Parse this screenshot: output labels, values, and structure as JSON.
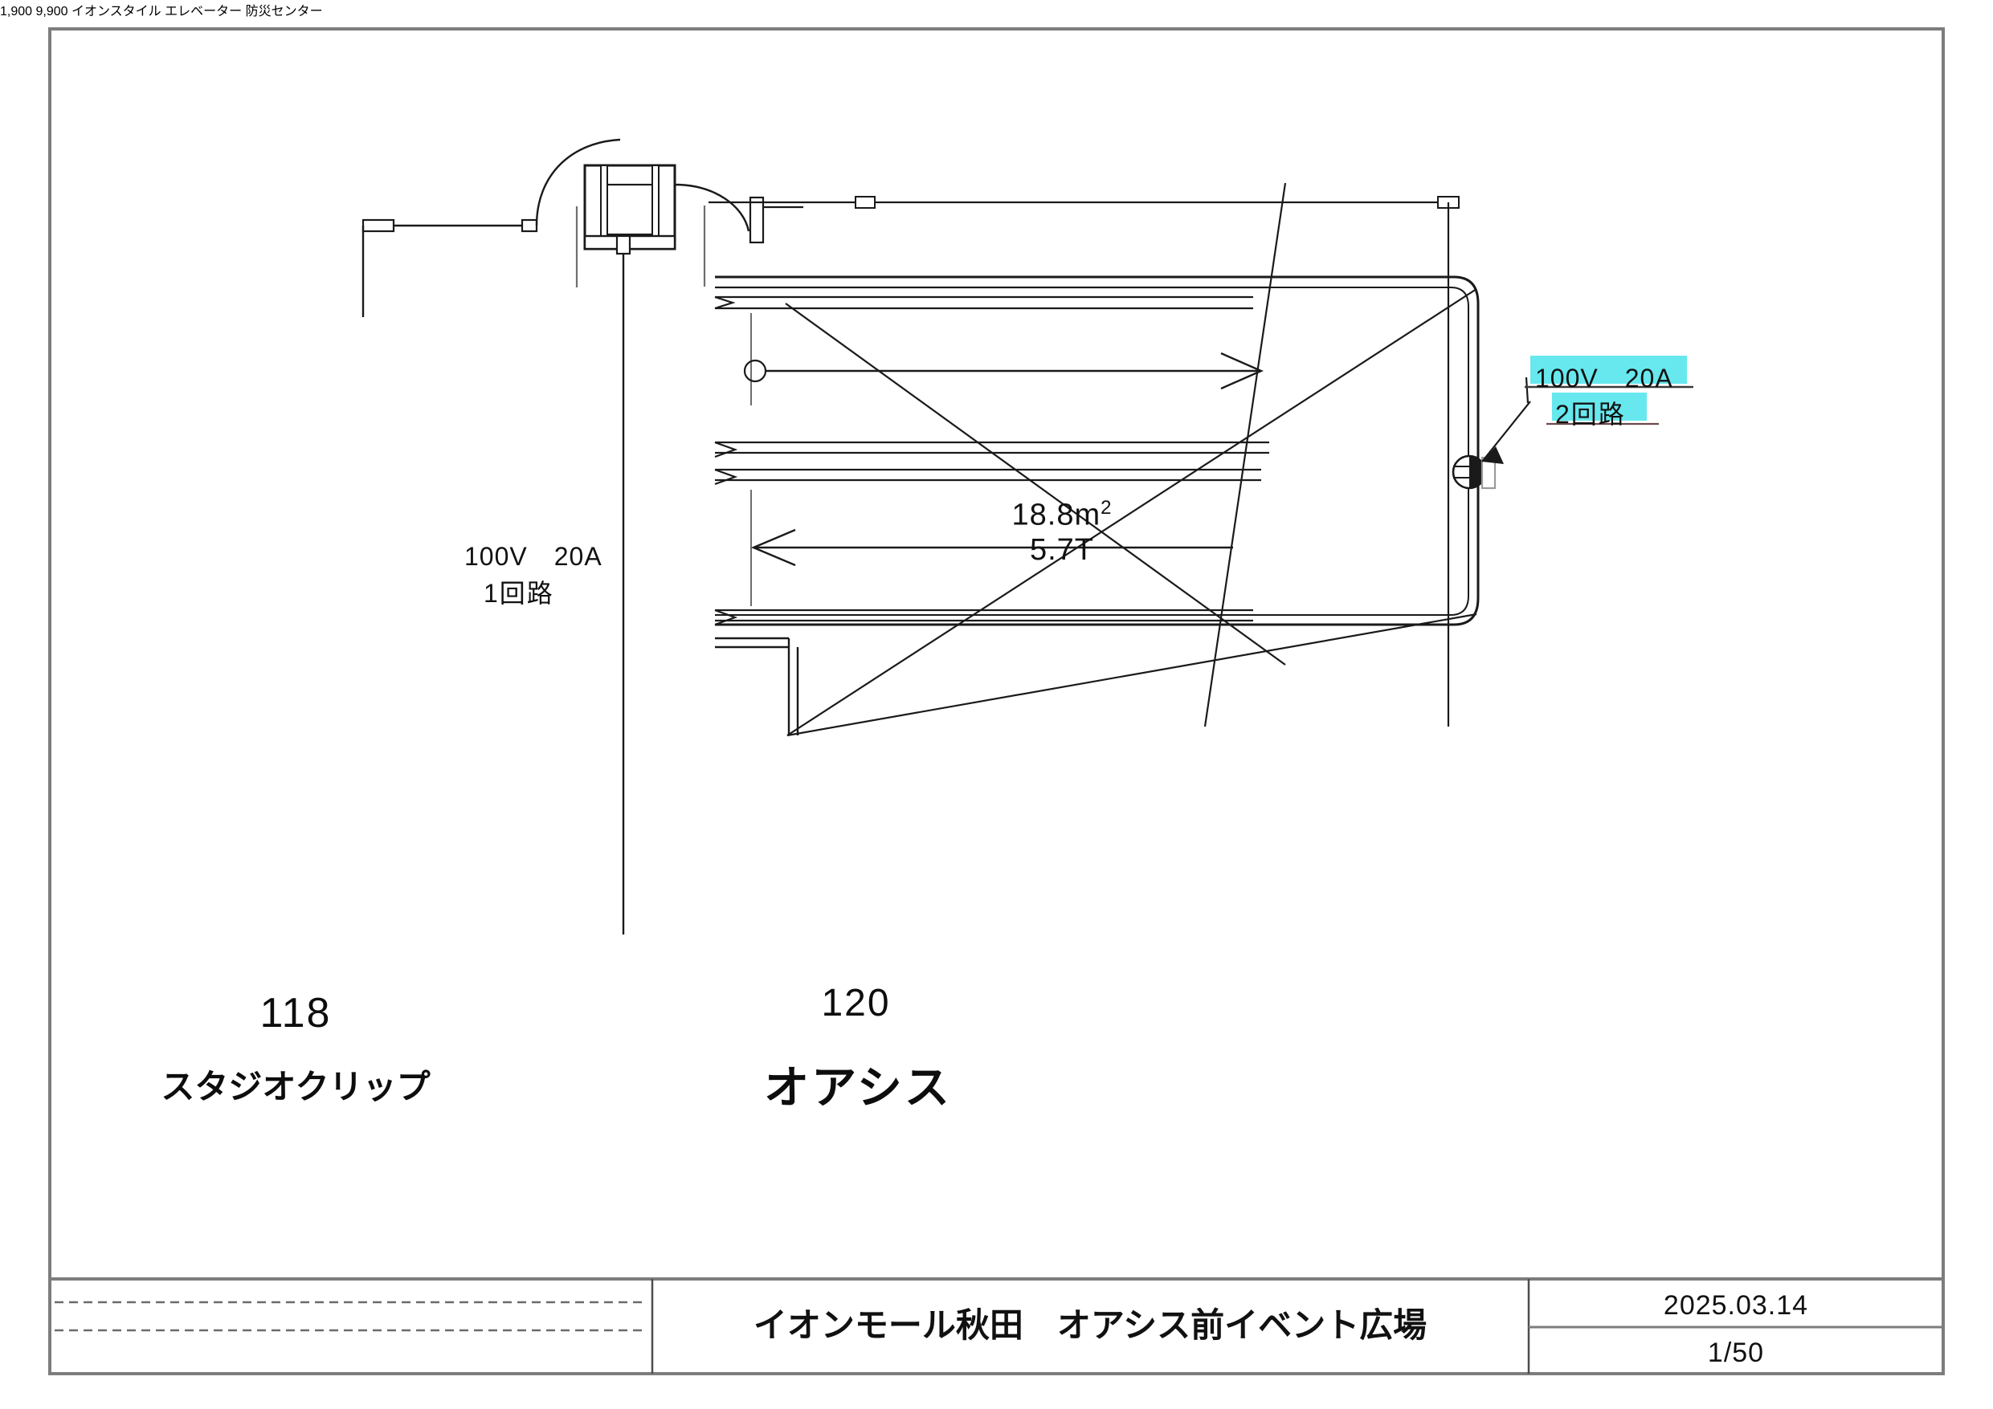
{
  "document": {
    "type": "architectural-floor-plan",
    "title": "イオンモール秋田　オアシス前イベント広場",
    "date": "2025.03.14",
    "scale": "1/50"
  },
  "title_block": {
    "title": "イオンモール秋田　オアシス前イベント広場",
    "date": "2025.03.14",
    "scale": "1/50",
    "revision_rows": [
      "",
      ""
    ]
  },
  "event_area": {
    "area_label": "18.8m",
    "area_superscript": "2",
    "tonnage_label": "5.7T",
    "dimension_width": "9,900",
    "dimension_height": "1,900",
    "outline_color": "#e8000d"
  },
  "electrical": {
    "circuit_1": {
      "spec": "100V　20A",
      "circuit": "1回路",
      "highlight_color": "#66e8ee"
    },
    "circuit_2": {
      "spec": "100V　20A",
      "circuit": "2回路",
      "highlight_color": "#66e8ee"
    }
  },
  "rooms": [
    {
      "number": "118",
      "name": "スタジオクリップ"
    },
    {
      "number": "120",
      "name": "オアシス"
    }
  ],
  "annotations": {
    "disaster_center": "防災センター",
    "elevator": "エレベーター",
    "aeon_style": "イオンスタイル"
  },
  "colors": {
    "line": "#1a1a1a",
    "wall": "#808080",
    "red": "#e8000d",
    "cyan": "#66e8ee"
  }
}
